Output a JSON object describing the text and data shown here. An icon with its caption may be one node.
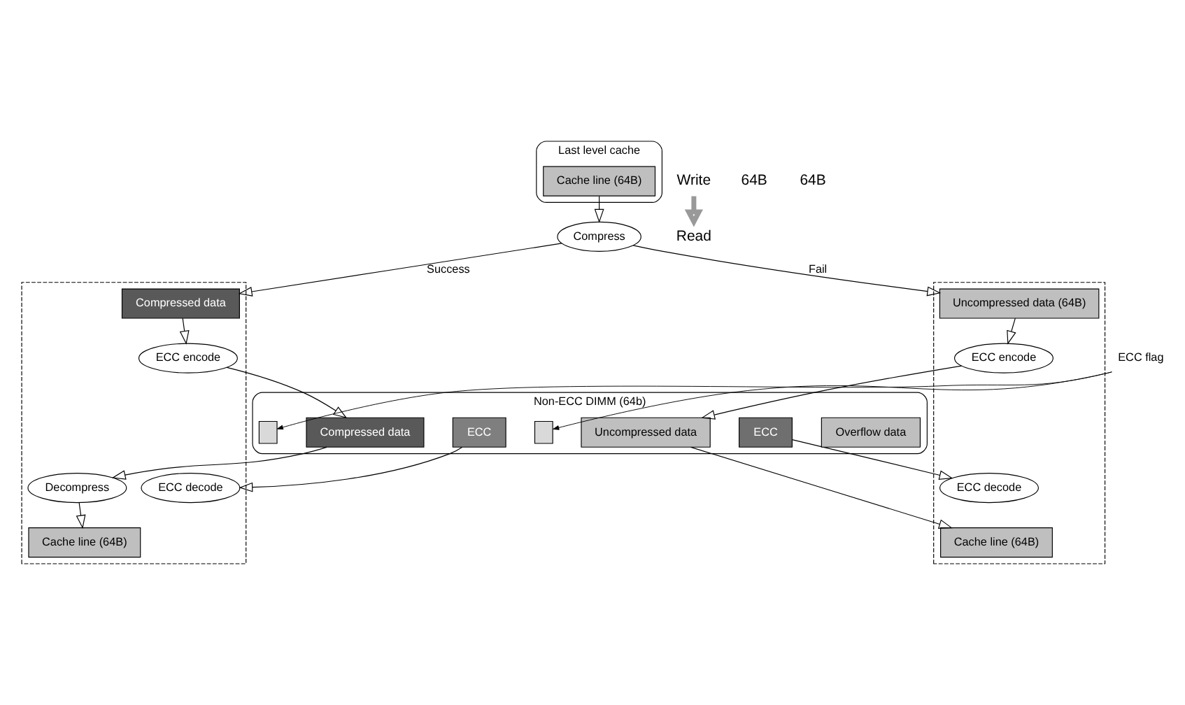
{
  "diagram": {
    "nodes": [
      {
        "text": [
          "Last level cache"
        ]
      },
      {
        "text": [
          "Cache line (64B)"
        ],
        "in": 0
      },
      {
        "text": [
          "Compress"
        ]
      },
      {
        "text": [],
        "shape": "box"
      },
      {
        "text": [
          "Compressed data"
        ],
        "in": 3
      },
      {
        "text": [],
        "shape": "box"
      },
      {
        "text": [
          "Uncompressed data (64B)"
        ],
        "in": 5
      },
      {
        "text": [
          "ECC encode"
        ],
        "in": 3
      },
      {
        "text": [
          "ECC encode"
        ],
        "in": 5
      },
      {
        "text": [
          "ECC flag"
        ]
      },
      {
        "text": [
          "Non-ECC DIMM (64b)"
        ]
      },
      {
        "text": [],
        "shape": "box",
        "in": 10
      },
      {
        "text": [
          "Compressed data"
        ],
        "in": 10
      },
      {
        "text": [
          "ECC"
        ],
        "in": 10
      },
      {
        "text": [],
        "shape": "box",
        "in": 10
      },
      {
        "text": [
          "Uncompressed data"
        ],
        "in": 10
      },
      {
        "text": [
          "ECC"
        ],
        "in": 10
      },
      {
        "text": [
          "Overflow data"
        ],
        "in": 10
      },
      {
        "text": [
          "Decompress"
        ],
        "in": 3
      },
      {
        "text": [
          "ECC decode"
        ],
        "in": 3
      },
      {
        "text": [
          "ECC decode"
        ],
        "in": 5
      },
      {
        "text": [
          "Cache line (64B)"
        ],
        "in": 3
      },
      {
        "text": [
          "Cache line (64B)"
        ],
        "in": 5
      }
    ],
    "edges": [
      {
        "from": 1,
        "to": 2,
        "arrow": "to"
      },
      {
        "from": 2,
        "to": 4,
        "arrow": "to",
        "label": "Success"
      },
      {
        "from": 2,
        "to": 6,
        "arrow": "to",
        "label": "Fail"
      },
      {
        "from": 4,
        "to": 7,
        "arrow": "to"
      },
      {
        "from": 6,
        "to": 8,
        "arrow": "to"
      },
      {
        "from": 7,
        "to": 12,
        "arrow": "to"
      },
      {
        "from": 8,
        "to": 15,
        "arrow": "to"
      },
      {
        "from": 9,
        "to": 11,
        "arrow": "to"
      },
      {
        "from": 9,
        "to": 14,
        "arrow": "to"
      },
      {
        "from": 12,
        "to": 18,
        "arrow": "to"
      },
      {
        "from": 13,
        "to": 19,
        "arrow": "to"
      },
      {
        "from": 16,
        "to": 20,
        "arrow": "to"
      },
      {
        "from": 18,
        "to": 21,
        "arrow": "to"
      },
      {
        "from": 15,
        "to": 22,
        "arrow": "to"
      }
    ],
    "labels": [
      "Write",
      "Read",
      "64B",
      "64B"
    ]
  }
}
